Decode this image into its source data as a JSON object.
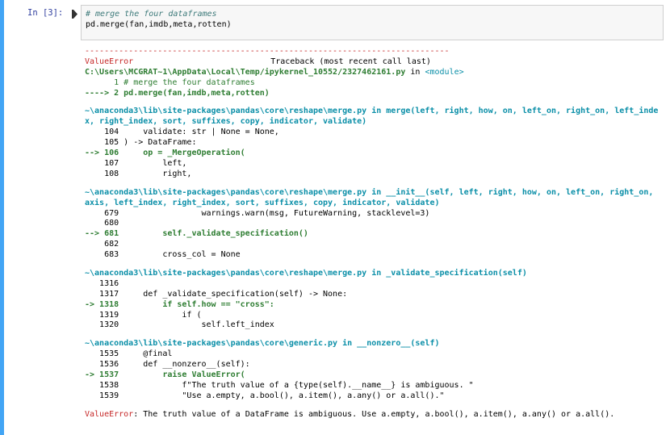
{
  "cell": {
    "prompt": "In [3]:",
    "code_lines": [
      "# merge the four dataframes",
      "pd.merge(fan,imdb,meta,rotten)"
    ]
  },
  "error": {
    "separator": "---------------------------------------------------------------------------",
    "exc_name": "ValueError",
    "traceback_label": "Traceback (most recent call last)",
    "file1_path": "C:\\Users\\MCGRAT~1\\AppData\\Local\\Temp/ipykernel_10552/2327462161.py",
    "file1_in": " in ",
    "file1_func": "<module>",
    "f1_l1": "      1 # merge the four dataframes",
    "f1_l2": "----> 2 pd.merge(fan,imdb,meta,rotten)",
    "frame2_header": "~\\anaconda3\\lib\\site-packages\\pandas\\core\\reshape\\merge.py in merge(left, right, how, on, left_on, right_on, left_index, right_index, sort, suffixes, copy, indicator, validate)",
    "f2_l1": "    104     validate: str | None = None,",
    "f2_l2": "    105 ) -> DataFrame:",
    "f2_l3": "--> 106     op = _MergeOperation(",
    "f2_l4": "    107         left,",
    "f2_l5": "    108         right,",
    "frame3_header": "~\\anaconda3\\lib\\site-packages\\pandas\\core\\reshape\\merge.py in __init__(self, left, right, how, on, left_on, right_on, axis, left_index, right_index, sort, suffixes, copy, indicator, validate)",
    "f3_l1": "    679                 warnings.warn(msg, FutureWarning, stacklevel=3)",
    "f3_l2": "    680 ",
    "f3_l3": "--> 681         self._validate_specification()",
    "f3_l4": "    682 ",
    "f3_l5": "    683         cross_col = None",
    "frame4_header": "~\\anaconda3\\lib\\site-packages\\pandas\\core\\reshape\\merge.py in _validate_specification(self)",
    "f4_l1": "   1316 ",
    "f4_l2": "   1317     def _validate_specification(self) -> None:",
    "f4_l3": "-> 1318         if self.how == \"cross\":",
    "f4_l4": "   1319             if (",
    "f4_l5": "   1320                 self.left_index",
    "frame5_header": "~\\anaconda3\\lib\\site-packages\\pandas\\core\\generic.py in __nonzero__(self)",
    "f5_l1": "   1535     @final",
    "f5_l2": "   1536     def __nonzero__(self):",
    "f5_l3": "-> 1537         raise ValueError(",
    "f5_l4": "   1538             f\"The truth value of a {type(self).__name__} is ambiguous. \"",
    "f5_l5": "   1539             \"Use a.empty, a.bool(), a.item(), a.any() or a.all().\"",
    "final_name": "ValueError",
    "final_msg": ": The truth value of a DataFrame is ambiguous. Use a.empty, a.bool(), a.item(), a.any() or a.all()."
  },
  "colors": {
    "accent": "#42a5f5",
    "error_red": "#c62828",
    "path_cyan": "#0b8fa8",
    "line_green": "#2e7d32"
  }
}
